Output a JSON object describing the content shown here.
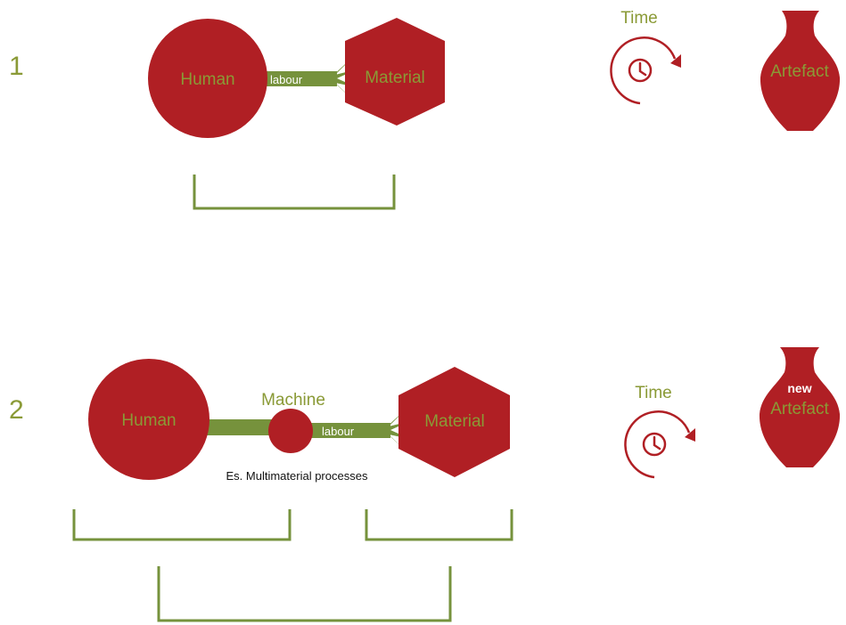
{
  "colors": {
    "shape_red": "#b01f24",
    "accent_green": "#76923c",
    "label_olive": "#8a9a36",
    "white": "#ffffff",
    "black": "#111111"
  },
  "scenario1": {
    "number": "1",
    "human": "Human",
    "labour": "labour",
    "material": "Material",
    "time": "Time",
    "artefact": "Artefact"
  },
  "scenario2": {
    "number": "2",
    "human": "Human",
    "machine": "Machine",
    "labour": "labour",
    "material": "Material",
    "example": "Es. Multimaterial processes",
    "time": "Time",
    "artefact_new": "new",
    "artefact": "Artefact"
  }
}
